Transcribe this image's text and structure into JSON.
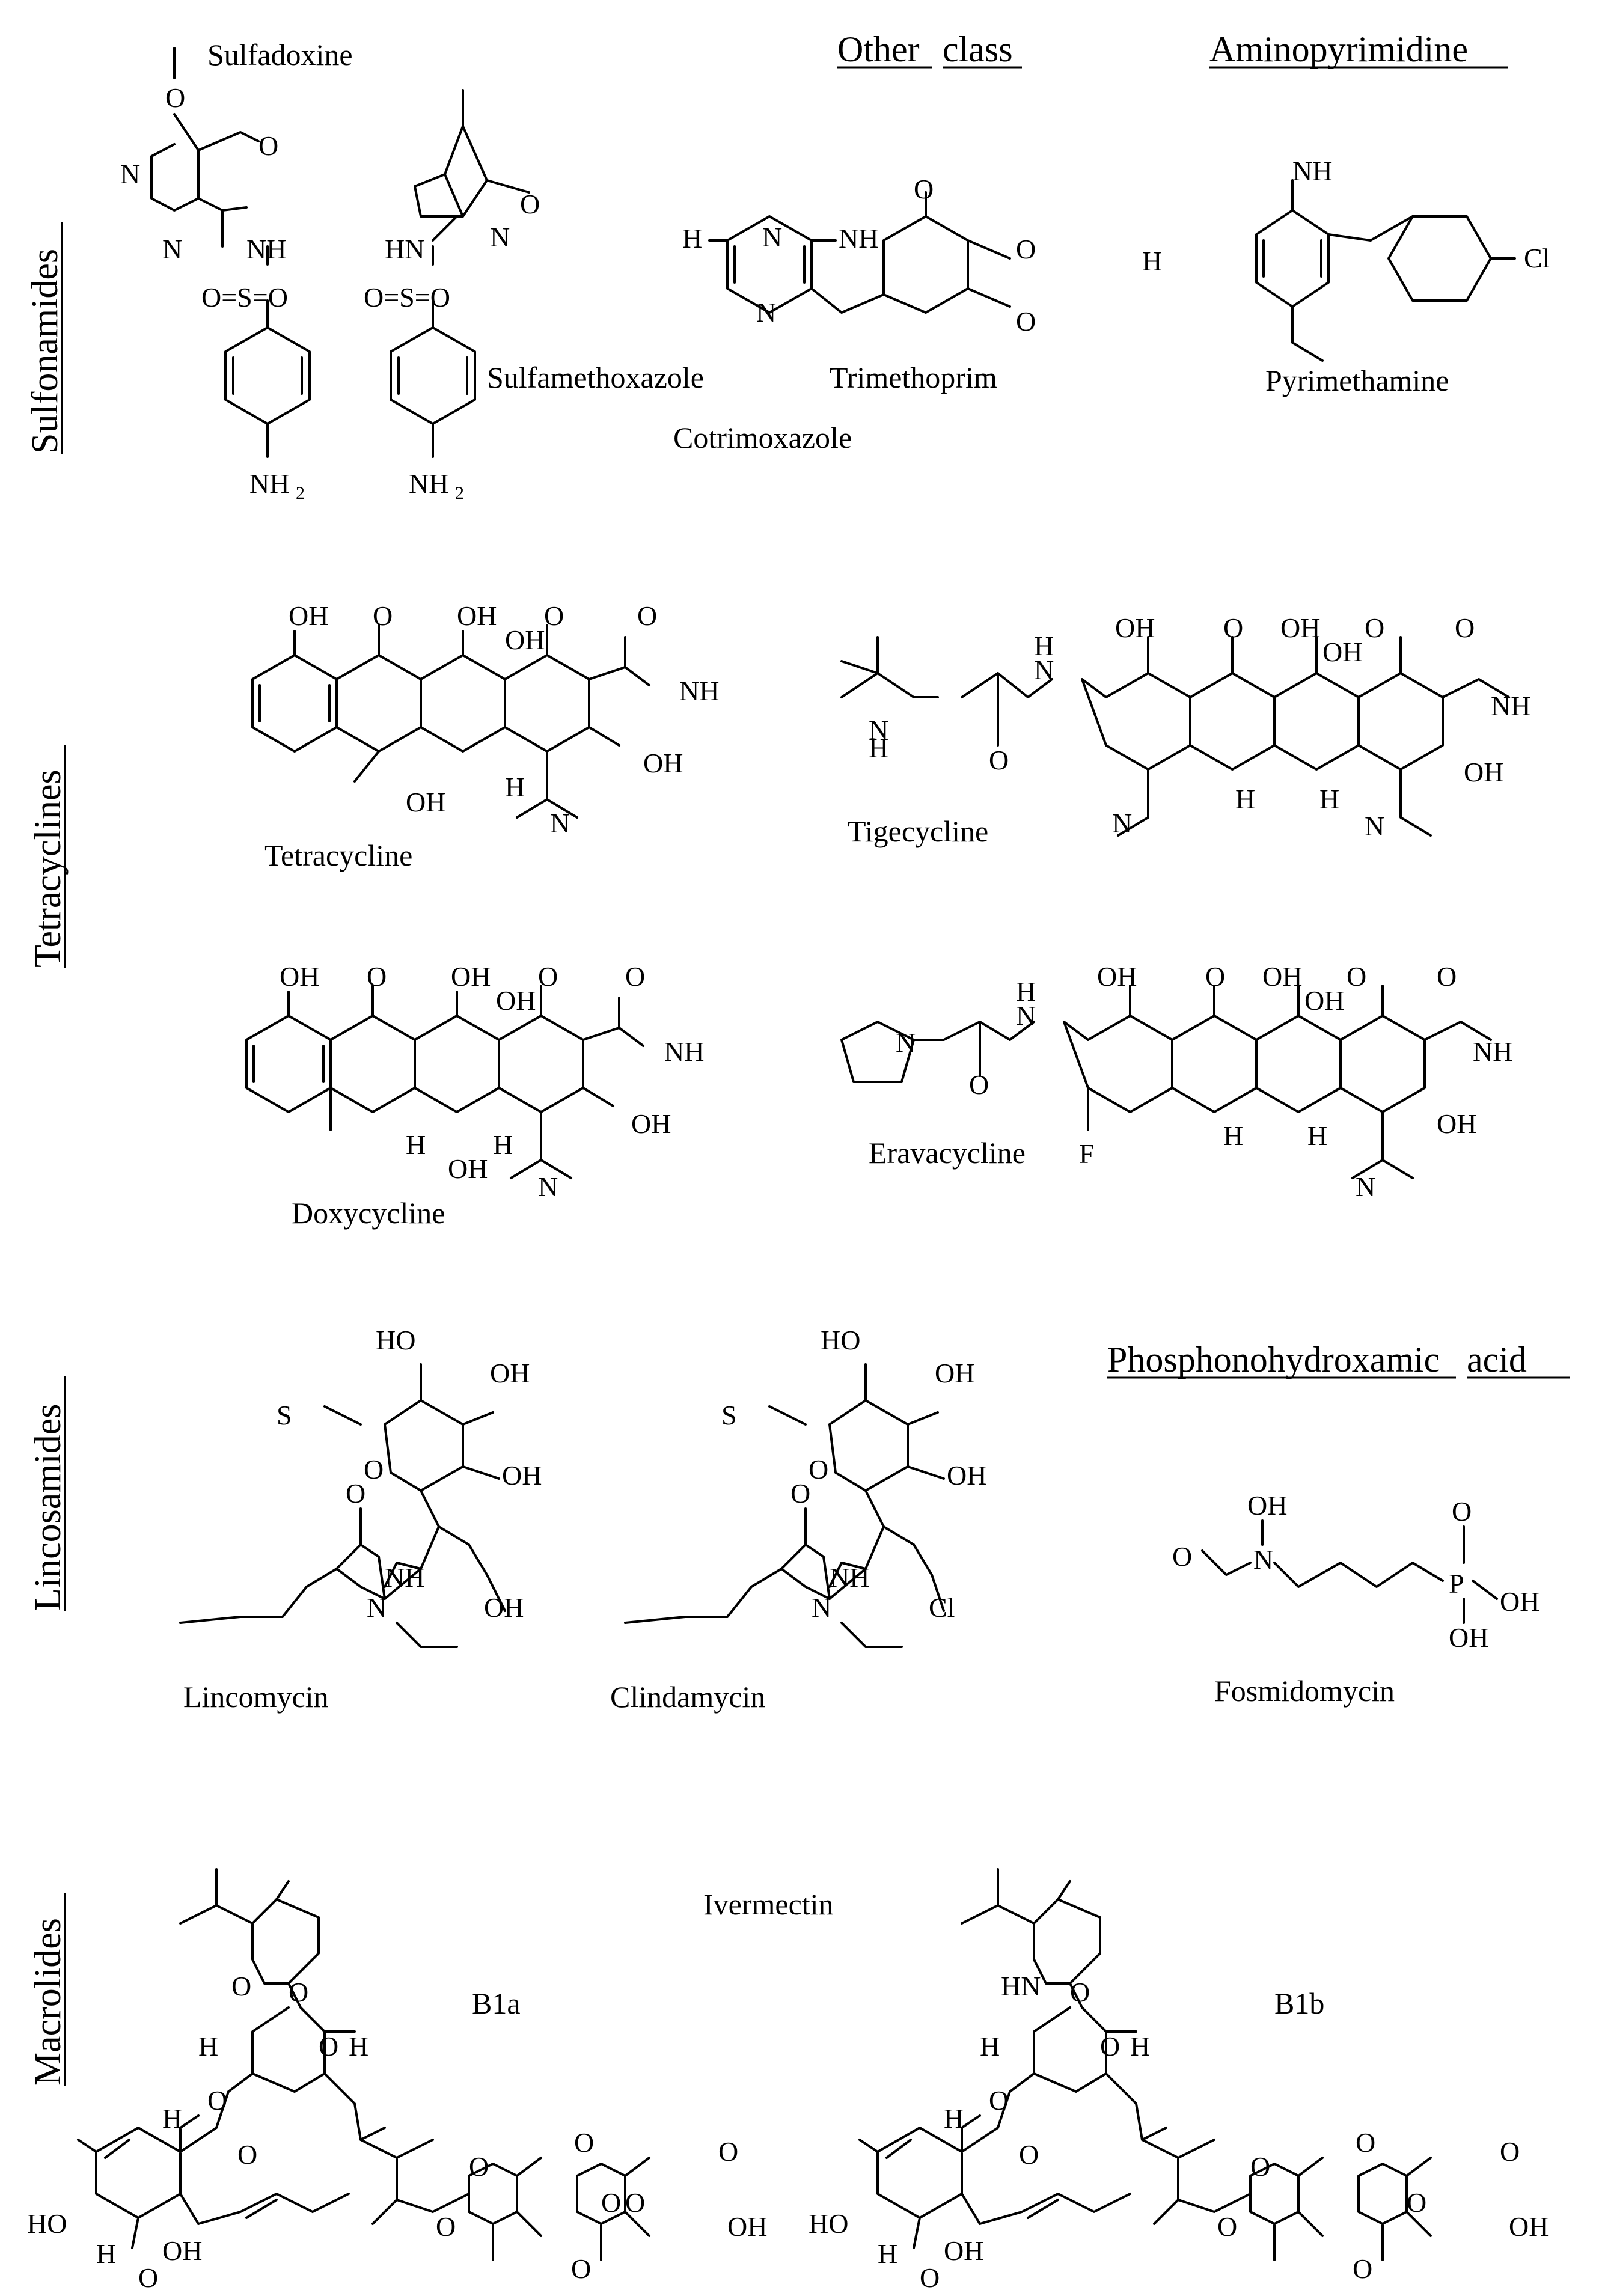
{
  "classes": {
    "sulfonamides": "Sulfonamides",
    "tetracyclines": "Tetracyclines",
    "lincosamides": "Lincosamides",
    "macrolides": "Macrolides"
  },
  "headers": {
    "other_class_word1": "Other",
    "other_class_word2": "class",
    "aminopyrimidine": "Aminopyrimidine",
    "phosphono_word1": "Phosphonohydroxamic",
    "phosphono_word2": "acid"
  },
  "compounds": {
    "sulfadoxine": "Sulfadoxine",
    "sulfamethoxazole": "Sulfamethoxazole",
    "trimethoprim": "Trimethoprim",
    "cotrimoxazole": "Cotrimoxazole",
    "pyrimethamine": "Pyrimethamine",
    "tetracycline": "Tetracycline",
    "tigecycline": "Tigecycline",
    "doxycycline": "Doxycycline",
    "eravacycline": "Eravacycline",
    "lincomycin": "Lincomycin",
    "clindamycin": "Clindamycin",
    "fosmidomycin": "Fosmidomycin",
    "ivermectin": "Ivermectin",
    "b1a": "B1a",
    "b1b": "B1b"
  },
  "atoms": {
    "O": "O",
    "N": "N",
    "NH": "NH",
    "HN": "HN",
    "S": "S",
    "OSO": "O=S=O",
    "NH2": "NH",
    "H2N": "H",
    "N_sub": "N",
    "sub2": "2",
    "OH": "OH",
    "HO": "HO",
    "H": "H",
    "Cl": "Cl",
    "F": "F",
    "P": "P"
  }
}
